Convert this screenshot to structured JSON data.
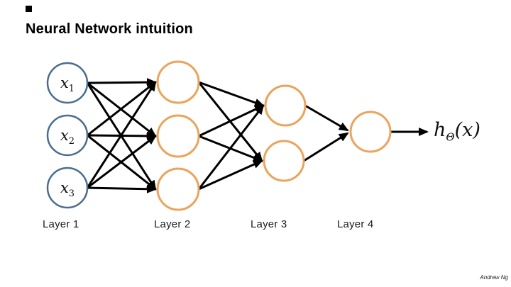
{
  "slide": {
    "title": "Neural Network intuition",
    "credit": "Andrew Ng"
  },
  "network": {
    "layer_sizes": [
      3,
      3,
      2,
      1
    ],
    "layer_labels": [
      "Layer 1",
      "Layer 2",
      "Layer 3",
      "Layer 4"
    ],
    "input_nodes": [
      {
        "base": "x",
        "sub": "1"
      },
      {
        "base": "x",
        "sub": "2"
      },
      {
        "base": "x",
        "sub": "3"
      }
    ],
    "output_label": {
      "base": "h",
      "sub": "Θ",
      "args": "(x)"
    }
  },
  "colors": {
    "input_node_stroke": "#4a6d8e",
    "hidden_node_stroke": "#eaa45c",
    "edge": "#000000"
  }
}
